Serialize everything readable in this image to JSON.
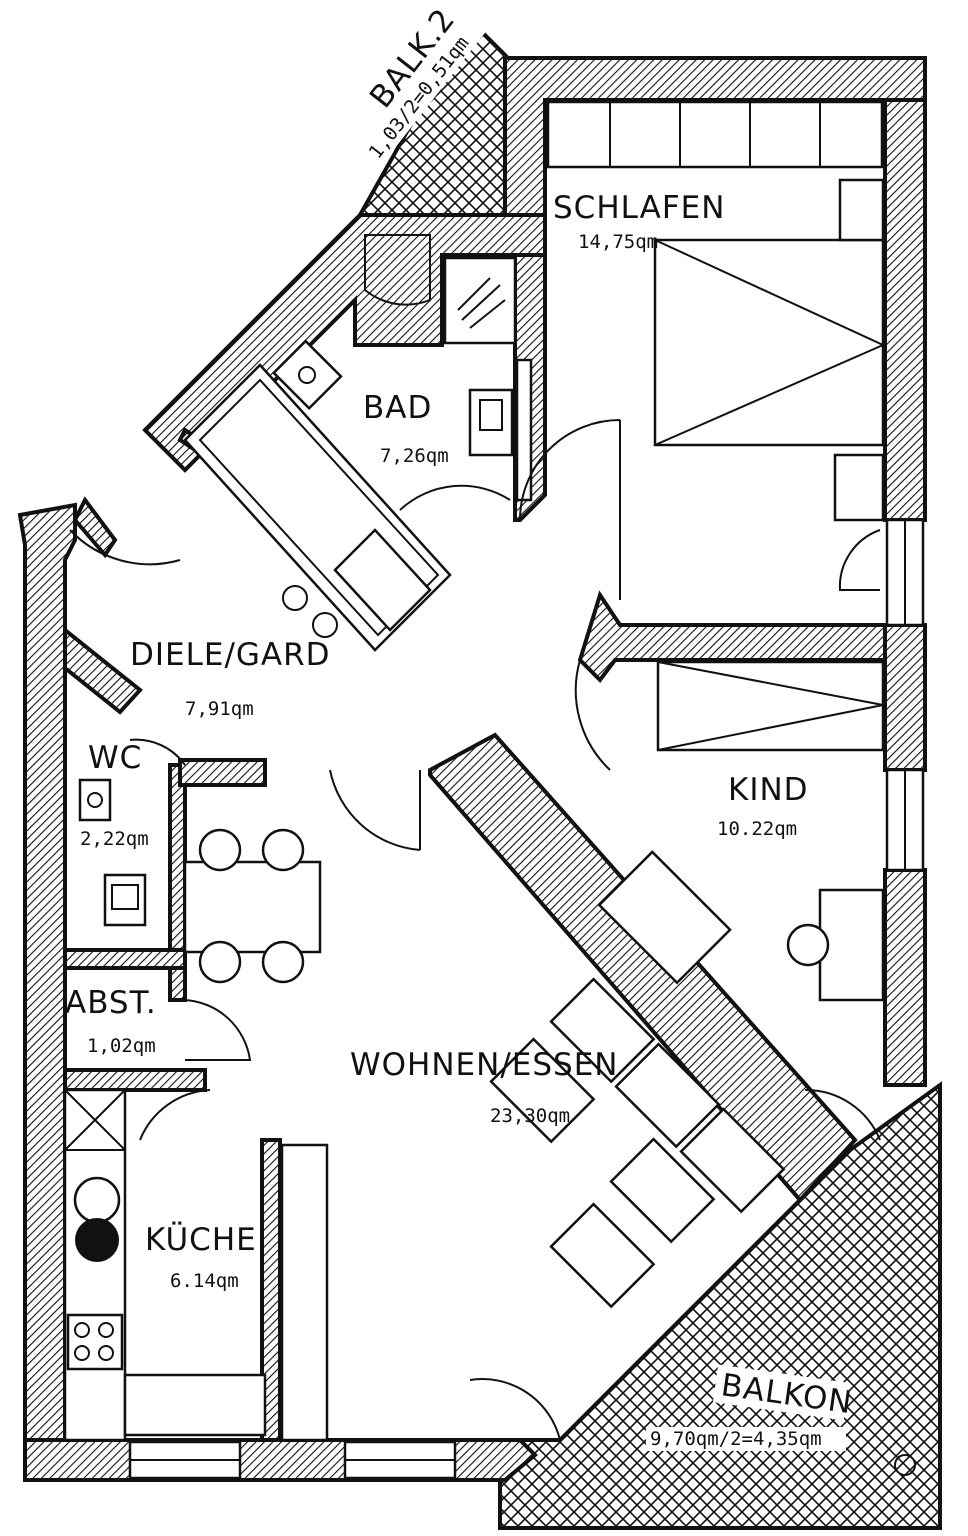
{
  "rooms": {
    "schlafen": {
      "name": "SCHLAFEN",
      "area": "14,75qm"
    },
    "bad": {
      "name": "BAD",
      "area": "7,26qm"
    },
    "diele": {
      "name": "DIELE/GARD",
      "area": "7,91qm"
    },
    "wc": {
      "name": "WC",
      "area": "2,22qm"
    },
    "kind": {
      "name": "KIND",
      "area": "10.22qm"
    },
    "abst": {
      "name": "ABST.",
      "area": "1,02qm"
    },
    "wohnen": {
      "name": "WOHNEN/ESSEN",
      "area": "23,30qm"
    },
    "kueche": {
      "name": "KÜCHE",
      "area": "6.14qm"
    },
    "balkon": {
      "name": "BALKON",
      "area": "9,70qm/2=4,35qm"
    },
    "balk2": {
      "name": "BALK.2",
      "area": "1,03/2=0,51qm"
    }
  },
  "colors": {
    "ink": "#111111",
    "paper": "#ffffff"
  }
}
